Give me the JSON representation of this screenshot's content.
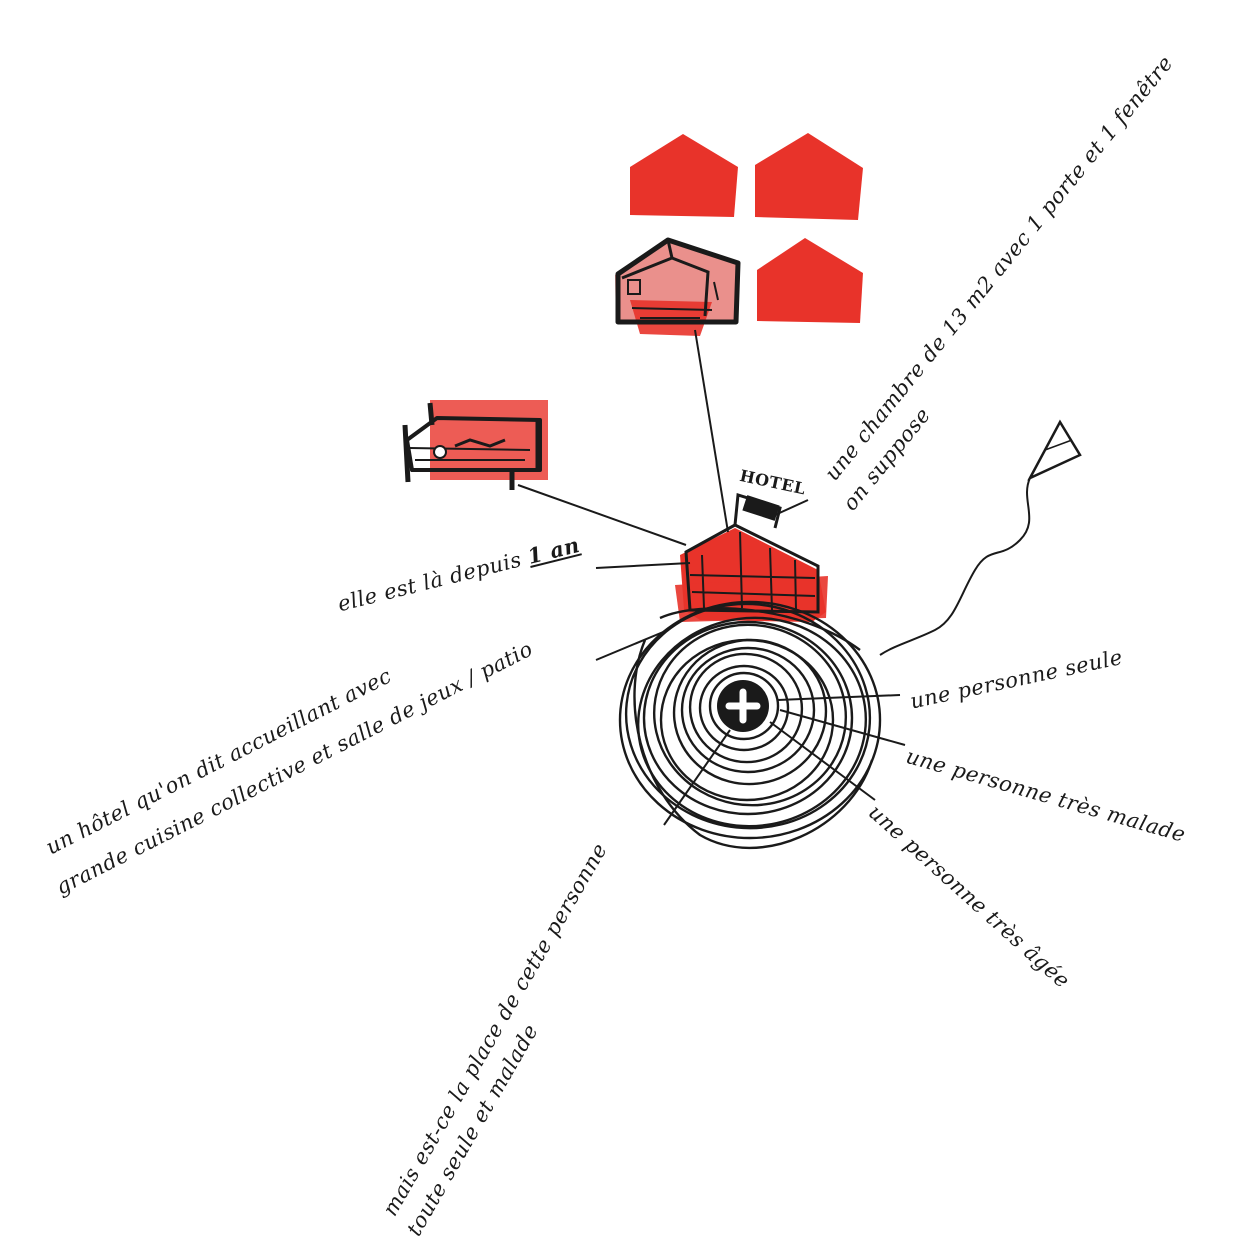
{
  "colors": {
    "ink": "#1a1a1a",
    "red": "#e8332a",
    "pink": "#e98a86"
  },
  "labels": {
    "hotel_sign": "HOTEL",
    "room": "une chambre de 13 m2 avec 1 porte et 1 fenêtre",
    "room_2": "on suppose",
    "duration_pre": "elle est là depuis ",
    "duration_emph": "1 an",
    "hotel_desc_1": "un hôtel qu'on dit accueillant avec",
    "hotel_desc_2": "grande cuisine collective et salle de jeux / patio",
    "alone": "une personne seule",
    "sick": "une personne très malade",
    "old": "une personne très âgée",
    "question_1": "mais est-ce la place de cette personne",
    "question_2": "toute seule et malade"
  }
}
